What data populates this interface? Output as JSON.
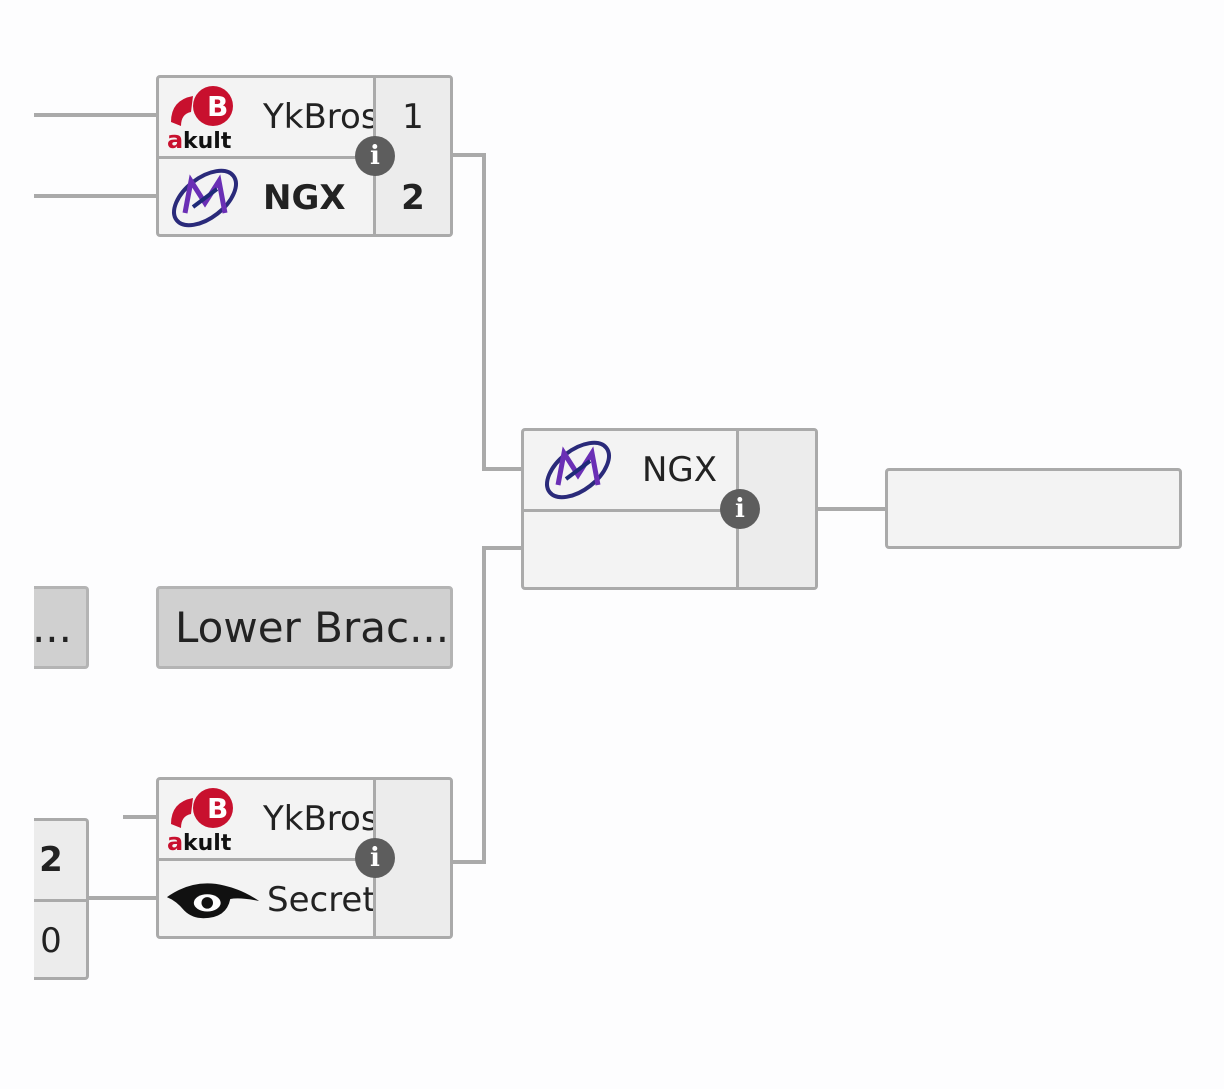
{
  "bracket": {
    "match_upper": {
      "team1": {
        "name": "YkBros",
        "score": "1",
        "logo": "akult-logo-icon"
      },
      "team2": {
        "name": "NGX",
        "score": "2",
        "logo": "ngx-logo-icon"
      }
    },
    "match_final": {
      "team1": {
        "name": "NGX",
        "logo": "ngx-logo-icon"
      },
      "team2": {
        "name": ""
      }
    },
    "match_lower": {
      "team1": {
        "name": "YkBros",
        "logo": "akult-logo-icon"
      },
      "team2": {
        "name": "Secret",
        "logo": "secret-logo-icon"
      }
    },
    "lower_bracket_label": "Lower Brac...",
    "left_partial_label": "...",
    "left_partial_scores": [
      "2",
      "0"
    ],
    "info_glyph": "i"
  }
}
